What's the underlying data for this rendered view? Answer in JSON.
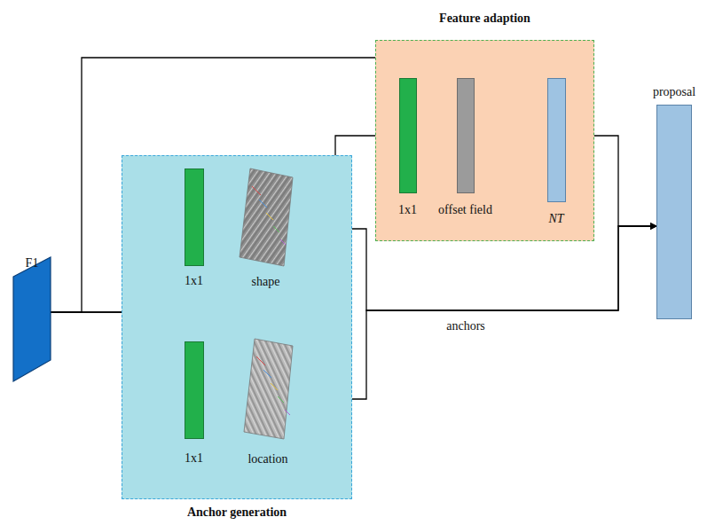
{
  "diagram": {
    "nodes": [
      {
        "text": [
          "F1"
        ]
      },
      {
        "text": [
          "Anchor generation"
        ]
      },
      {
        "text": [
          "1x1"
        ],
        "in": 1
      },
      {
        "text": [
          "shape"
        ],
        "in": 1
      },
      {
        "text": [
          "1x1"
        ],
        "in": 1
      },
      {
        "text": [
          "location"
        ],
        "in": 1
      },
      {
        "text": [
          "Feature adaption"
        ]
      },
      {
        "text": [
          "1x1"
        ],
        "in": 6
      },
      {
        "text": [
          "offset field"
        ],
        "in": 6
      },
      {
        "text": [
          "NT"
        ],
        "in": 6
      },
      {
        "text": [
          "proposal"
        ]
      }
    ],
    "edges": [
      {
        "from": 0,
        "to": 2,
        "arrow": "none"
      },
      {
        "from": 0,
        "to": 4,
        "arrow": "none"
      },
      {
        "from": 0,
        "to": 9,
        "arrow": "to"
      },
      {
        "from": 2,
        "to": 3,
        "arrow": "none"
      },
      {
        "from": 4,
        "to": 5,
        "arrow": "none"
      },
      {
        "from": 3,
        "to": 7,
        "arrow": "to"
      },
      {
        "from": 7,
        "to": 8,
        "arrow": "none"
      },
      {
        "from": 8,
        "to": 9,
        "arrow": "none"
      },
      {
        "from": 3,
        "to": 10,
        "arrow": "to"
      },
      {
        "from": 5,
        "to": 10,
        "arrow": "to",
        "label": "anchors"
      },
      {
        "from": 9,
        "to": 10,
        "arrow": "to"
      }
    ]
  }
}
